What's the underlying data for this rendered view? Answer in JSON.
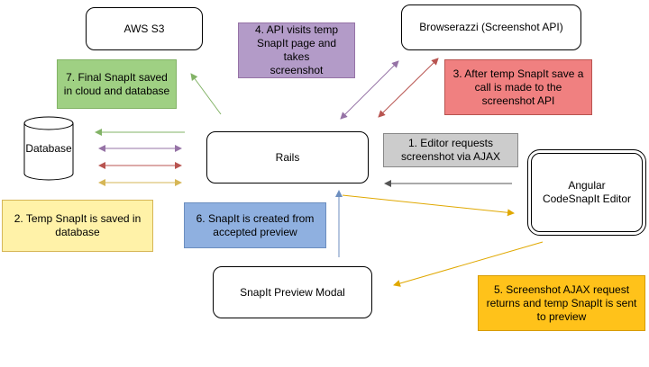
{
  "nodes": {
    "aws_s3": "AWS S3",
    "browserazzi": "Browserazzi (Screenshot API)",
    "database": "Database",
    "rails": "Rails",
    "angular": "Angular\nCodeSnapIt Editor",
    "preview_modal": "SnapIt Preview Modal"
  },
  "notes": {
    "step1": "1. Editor requests\nscreenshot via AJAX",
    "step2": "2. Temp SnapIt is saved in\ndatabase",
    "step3": "3. After temp SnapIt save a\ncall is made to the\nscreenshot API",
    "step4": "4. API visits temp\nSnapIt page and takes\nscreenshot",
    "step5": "5. Screenshot AJAX request\nreturns and temp SnapIt is sent\nto preview",
    "step6": "6. SnapIt is created from\naccepted preview",
    "step7": "7. Final SnapIt saved\nin cloud and database"
  },
  "colors": {
    "step1": "#cccccc",
    "step2": "#fff2a8",
    "step3": "#f08080",
    "step4": "#b39bc8",
    "step5": "#ffc21a",
    "step6": "#8fb0e0",
    "step7": "#9fd083",
    "green_arrow": "#82b366",
    "purple_arrow": "#9673a6",
    "red_arrow": "#b85450",
    "yellow_arrow": "#d6b656",
    "gray_arrow": "#555555",
    "blue_arrow": "#6c8ebf"
  }
}
